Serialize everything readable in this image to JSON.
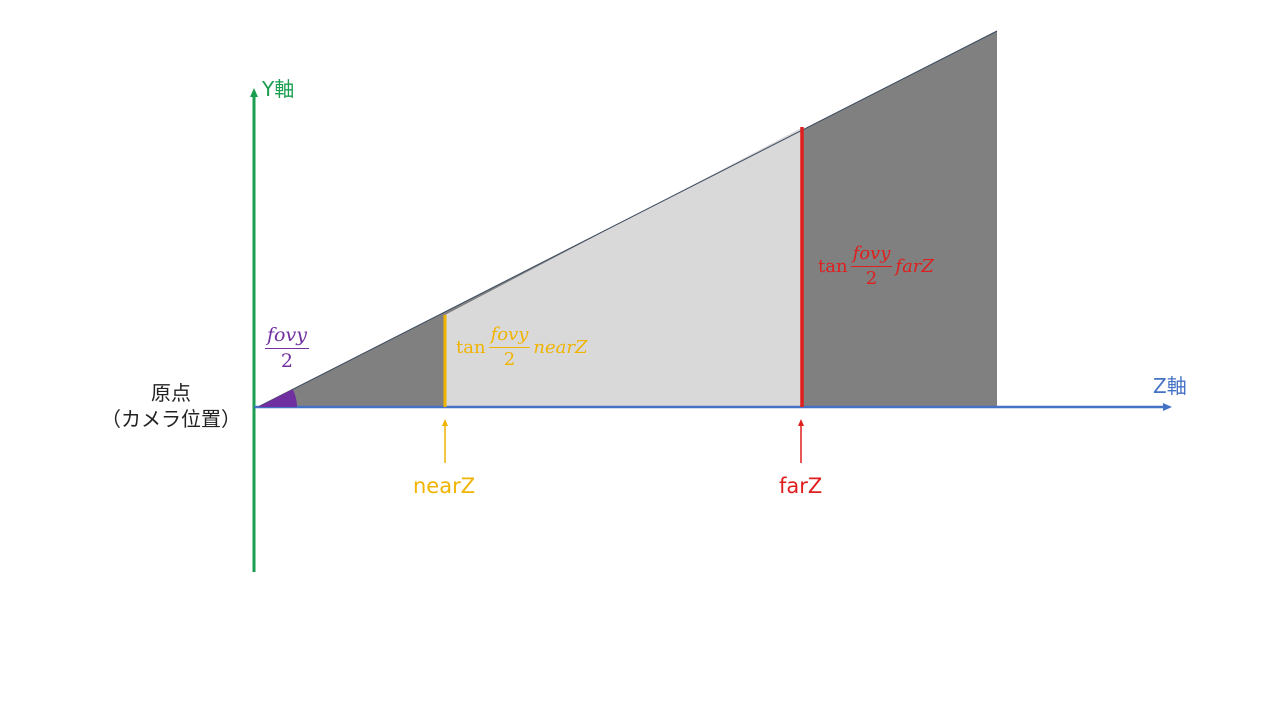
{
  "labels": {
    "y_axis": "Y軸",
    "z_axis": "Z軸",
    "origin_line1": "原点",
    "origin_line2": "（カメラ位置）",
    "near_marker": "nearZ",
    "far_marker": "farZ"
  },
  "angle_label": {
    "numerator": "fovy",
    "denominator": "2"
  },
  "near_formula": {
    "func": "tan",
    "numerator": "fovy",
    "denominator": "2",
    "variable": "nearZ"
  },
  "far_formula": {
    "func": "tan",
    "numerator": "fovy",
    "denominator": "2",
    "variable": "farZ"
  },
  "colors": {
    "y_axis": "#1a9e4f",
    "z_axis": "#4472c4",
    "near": "#f0b400",
    "far": "#e01e1e",
    "angle": "#7030a0",
    "frustum_outer": "#808080",
    "frustum_inner": "#d9d9d9",
    "origin_text": "#222222"
  }
}
